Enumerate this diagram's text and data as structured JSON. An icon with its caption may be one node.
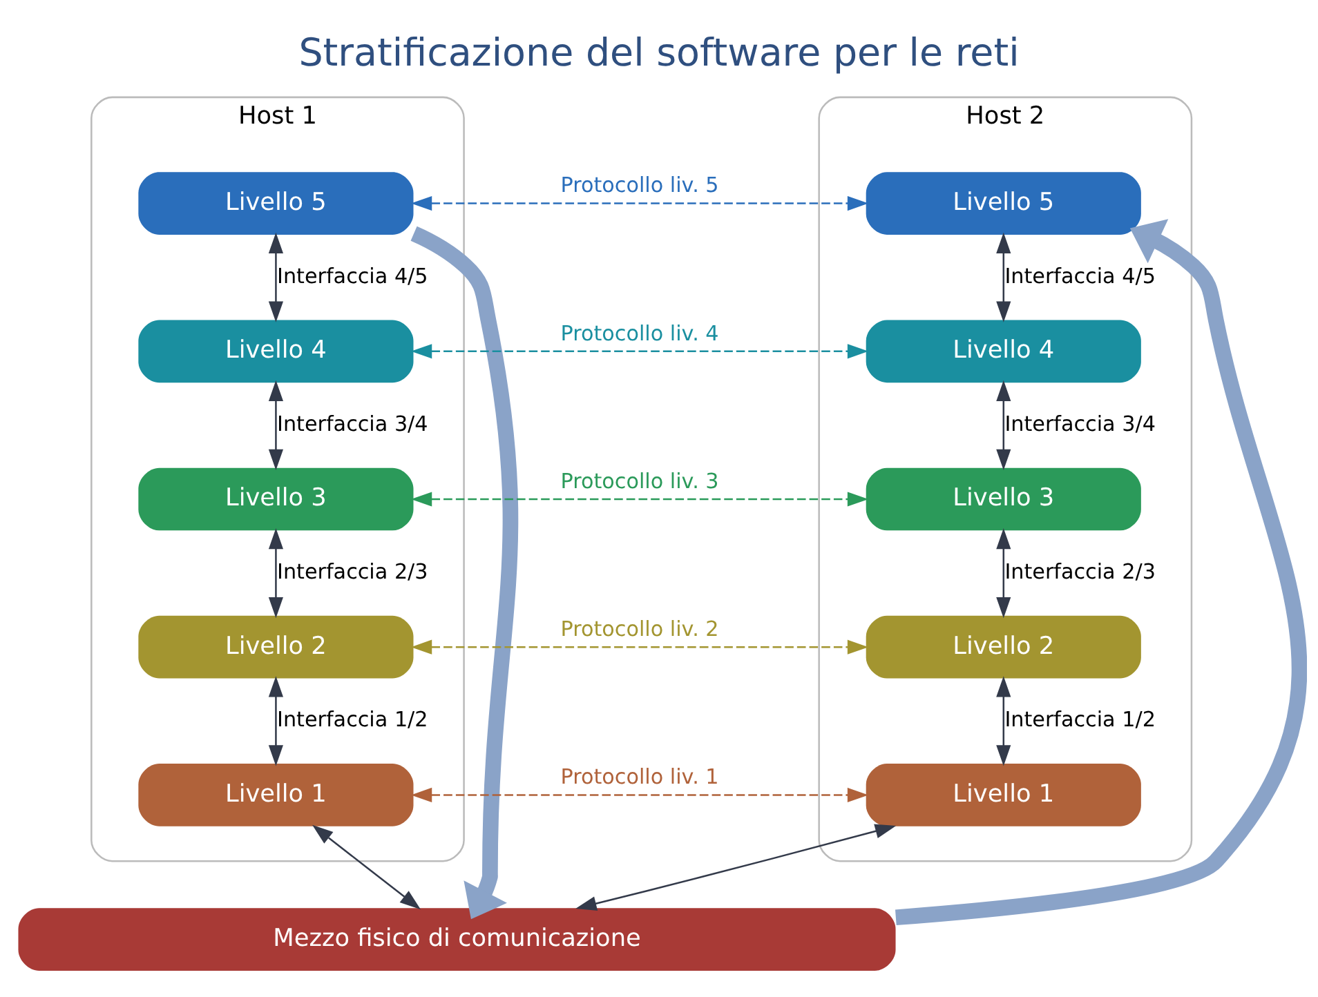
{
  "diagram": {
    "title": "Stratificazione del software per le reti",
    "nodes": [
      {
        "text": [
          "Host 1"
        ]
      },
      {
        "text": [
          "Livello 5"
        ],
        "in": 0
      },
      {
        "text": [
          "Livello 4"
        ],
        "in": 0
      },
      {
        "text": [
          "Livello 3"
        ],
        "in": 0
      },
      {
        "text": [
          "Livello 2"
        ],
        "in": 0
      },
      {
        "text": [
          "Livello 1"
        ],
        "in": 0
      },
      {
        "text": [
          "Host 2"
        ]
      },
      {
        "text": [
          "Livello 5"
        ],
        "in": 6
      },
      {
        "text": [
          "Livello 4"
        ],
        "in": 6
      },
      {
        "text": [
          "Livello 3"
        ],
        "in": 6
      },
      {
        "text": [
          "Livello 2"
        ],
        "in": 6
      },
      {
        "text": [
          "Livello 1"
        ],
        "in": 6
      },
      {
        "text": [
          "Mezzo fisico di comunicazione"
        ]
      }
    ],
    "edges": [
      {
        "from": 1,
        "to": 7,
        "arrow": "both",
        "label": "Protocollo liv. 5",
        "style": "dashed",
        "color": "#2a6ebb"
      },
      {
        "from": 2,
        "to": 8,
        "arrow": "both",
        "label": "Protocollo liv. 4",
        "style": "dashed",
        "color": "#1a8fa0"
      },
      {
        "from": 3,
        "to": 9,
        "arrow": "both",
        "label": "Protocollo liv. 3",
        "style": "dashed",
        "color": "#2b9a5a"
      },
      {
        "from": 4,
        "to": 10,
        "arrow": "both",
        "label": "Protocollo liv. 2",
        "style": "dashed",
        "color": "#a39530"
      },
      {
        "from": 5,
        "to": 11,
        "arrow": "both",
        "label": "Protocollo liv. 1",
        "style": "dashed",
        "color": "#b0623a"
      },
      {
        "from": 1,
        "to": 2,
        "arrow": "both",
        "label": "Interfaccia 4/5"
      },
      {
        "from": 2,
        "to": 3,
        "arrow": "both",
        "label": "Interfaccia 3/4"
      },
      {
        "from": 3,
        "to": 4,
        "arrow": "both",
        "label": "Interfaccia 2/3"
      },
      {
        "from": 4,
        "to": 5,
        "arrow": "both",
        "label": "Interfaccia 1/2"
      },
      {
        "from": 5,
        "to": 12,
        "arrow": "both"
      },
      {
        "from": 7,
        "to": 8,
        "arrow": "both",
        "label": "Interfaccia 4/5"
      },
      {
        "from": 8,
        "to": 9,
        "arrow": "both",
        "label": "Interfaccia 3/4"
      },
      {
        "from": 9,
        "to": 10,
        "arrow": "both",
        "label": "Interfaccia 2/3"
      },
      {
        "from": 10,
        "to": 11,
        "arrow": "both",
        "label": "Interfaccia 1/2"
      },
      {
        "from": 11,
        "to": 12,
        "arrow": "both"
      },
      {
        "from": 1,
        "to": 12,
        "arrow": "to",
        "style": "thick",
        "color": "#8aa3c8"
      },
      {
        "from": 12,
        "to": 7,
        "arrow": "to",
        "style": "thick",
        "color": "#8aa3c8"
      }
    ]
  }
}
